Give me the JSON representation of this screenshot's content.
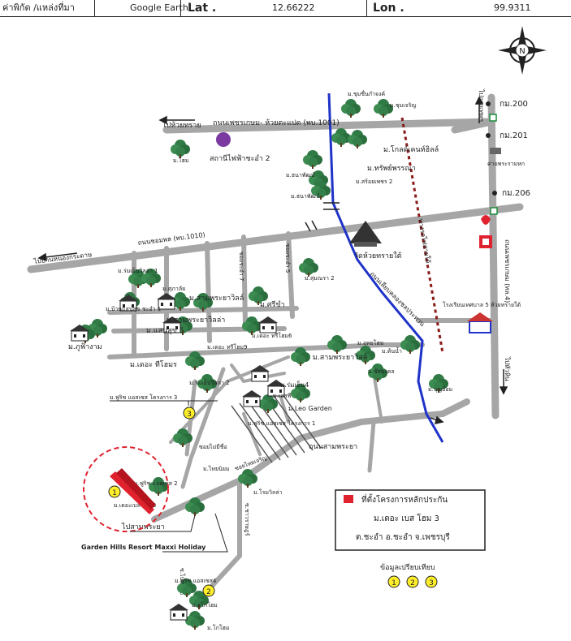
{
  "header": {
    "place_label": "ค่าพิกัด /แหล่งที่มา",
    "source": "Google Earth",
    "lat_label": "Lat .",
    "lat_value": "12.66222",
    "lon_label": "Lon .",
    "lon_value": "99.9311"
  },
  "compass": {
    "letter": "N"
  },
  "roads": {
    "road_1001": "ถนนเพชรเกษม- ห้วยตะแปด (พบ.1001)",
    "road_1010": "ถนนชอมพล (พบ.1010)",
    "to_huay_sai": "ไปห้วยทราย",
    "to_tha_kradan": "ไปบ้านหนองกระดาษ",
    "road_right": "ถนนเพชรเกษม (ทล.4)",
    "to_bangkok": "ไปกรุงเทพฯ",
    "to_hua_hin": "ไปหัวหิน",
    "rail": "ทางรถไฟสายใต้",
    "road_sam_phraya": "ถนนสามพระยา",
    "to_sam_phraya": "ไปสามพระยา",
    "road_7": "ซอยชะอำ 7",
    "road_5": "ซอยชะอำ 5",
    "road_east": "ถนนเลียบคลองชลประทาน",
    "soi_chaorat": "ซ.ชาวราษฎร์",
    "soi_kanchana": "ซ.ไปแม่ข้อ",
    "soi_in": "ซอยไทยเจริญ"
  },
  "landmarks": {
    "km200": "กม.200",
    "km201": "กม.201",
    "km206": "กม.206",
    "substation": "สถานีไฟฟ้าชะอำ 2",
    "temple": "วัดห้วยทรายใต้",
    "school": "โรงเรียนเทศบาล 5 ห้วยทรายใต้",
    "camp": "ค่ายพระรามหก"
  },
  "villages": [
    "ม.ชุมชื่นกำจงค์",
    "ม.ชุมเจริญ",
    "ม.โกลด์เคนท์ฮิลล์",
    "ม.ทรัพย์พรรณา",
    "ม.สร้อยเพชร 2",
    "ม.ธนาพัฒน์",
    "ม.ธนาพัฒน์",
    "ม.โฮม",
    "ม.ร่มเย็นวิลล่า 1",
    "ม.ศุภาลัย",
    "ม.บ้านแสนสุข ชะอำ 1",
    "ม.สามพระยาวิลล์",
    "ม.สามพระยาวิลล่า",
    "ม.แสนสุข 5",
    "ม.ภูฟ้างาม",
    "ม.เดอะ ทรีโฮม6",
    "ม.เดอะ ทรีโฮม9",
    "ม.เดอะ ทีโฮมร",
    "ม.ศรีขำ",
    "ม.สุมณรา 2",
    "ม.อุทยโฮม",
    "ม.ต้นน้ำ",
    "ม.สามพระยาวิลล์",
    "ม.ร่มเย็นวิลล่า 2",
    "ม.ร่มเย็น4",
    "ม.เอสพี",
    "ม.Leo Garden",
    "ม.ชัยมงคล",
    "ม.บุญย้อม",
    "ม.ฟูริช แอสเซส โครงการ 3",
    "ม.ฟูริช แอสเซส โครงการ 1",
    "ม.ฟูริช แอสเซส 2",
    "ม.ไทยนิยม",
    "ม.โรมวิลล่า",
    "ม.เดอะเบสโฮม 3",
    "ม.ฟูริช แอสเซส4",
    "ม.สุโกโฮม",
    "ม.โกโฮม",
    "ซอยไม่มีชื่อ"
  ],
  "project_callout": "Garden Hills Resort Maxxi Holiday",
  "markers": [
    {
      "num": "1"
    },
    {
      "num": "2"
    },
    {
      "num": "3"
    }
  ],
  "legend": {
    "item": "ที่ตั้งโครงการหลักประกัน",
    "project": "ม.เดอะ เบส โฮม 3",
    "address": "ต.ชะอำ อ.ชะอำ จ.เพชรบุรี"
  },
  "comparison": {
    "title": "ข้อมูลเปรียบเทียบ",
    "items": [
      "1",
      "2",
      "3"
    ]
  },
  "colors": {
    "road": "#a6a6a6",
    "river": "#1f33c8",
    "rail": "#8b1a1a",
    "tree": "#2f7a45",
    "marker": "#ffef2b",
    "project": "#e0222e"
  }
}
